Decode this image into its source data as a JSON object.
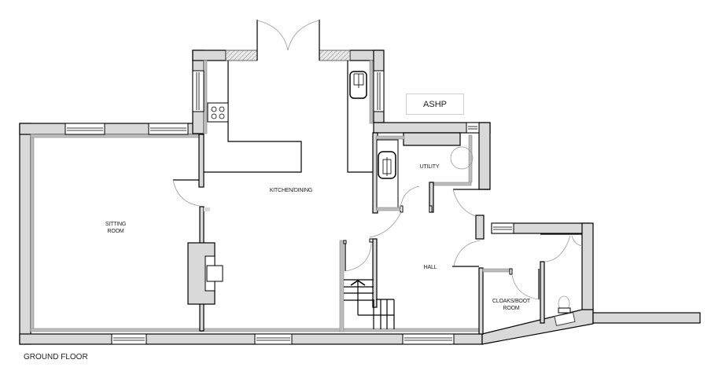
{
  "plan": {
    "title": "GROUND FLOOR",
    "rooms": [
      {
        "id": "sitting-room",
        "label": "SITTING\nROOM"
      },
      {
        "id": "kitchen-dining",
        "label": "KITCHEN/DINING"
      },
      {
        "id": "utility",
        "label": "UTILITY"
      },
      {
        "id": "hall",
        "label": "HALL"
      },
      {
        "id": "cloaks-boot-room",
        "label": "CLOAKS/BOOT\nROOM"
      }
    ],
    "external": {
      "ashp_label": "ASHP"
    },
    "fixtures": [
      "hob-icon",
      "sink-icon",
      "utility-sink-icon",
      "washing-machine-circle",
      "wc-icon",
      "fireplace-icon",
      "staircase-up-arrow-icon",
      "french-doors"
    ],
    "colors": {
      "wall_fill": "#d9d9d9",
      "line": "#000000",
      "door_swing": "#9a9a9a",
      "background": "#ffffff"
    }
  }
}
